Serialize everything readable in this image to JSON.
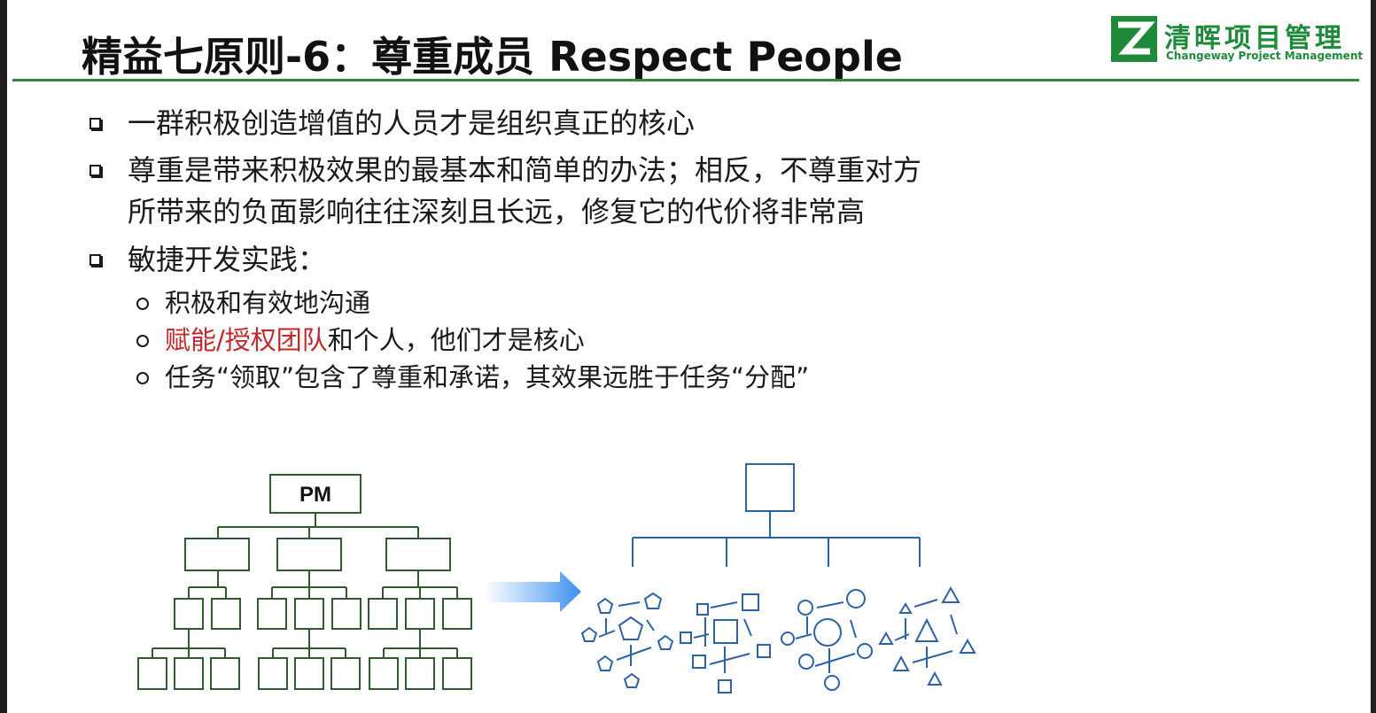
{
  "header": {
    "title": "精益七原则-6：尊重成员 Respect People"
  },
  "logo": {
    "name_cn": "清晖项目管理",
    "name_en": "Changeway Project Management",
    "color": "#1f8a3a"
  },
  "bullets": [
    {
      "text": "一群积极创造增值的人员才是组织真正的核心"
    },
    {
      "line1": "尊重是带来积极效果的最基本和简单的办法；相反，不尊重对方",
      "line2": "所带来的负面影响往往深刻且长远，修复它的代价将非常高"
    },
    {
      "text": "敏捷开发实践："
    }
  ],
  "sub_bullets": [
    {
      "text": "积极和有效地沟通"
    },
    {
      "highlight": "赋能/授权团队",
      "rest": "和个人，他们才是核心",
      "highlight_color": "#c0282c"
    },
    {
      "text": "任务“领取”包含了尊重和承诺，其效果远胜于任务“分配”"
    }
  ],
  "diagram": {
    "hierarchy_root_label": "PM",
    "hierarchy_color": "#2f5b2f",
    "network_color": "#2d62a8",
    "arrow_color": "#3b8ff0"
  }
}
